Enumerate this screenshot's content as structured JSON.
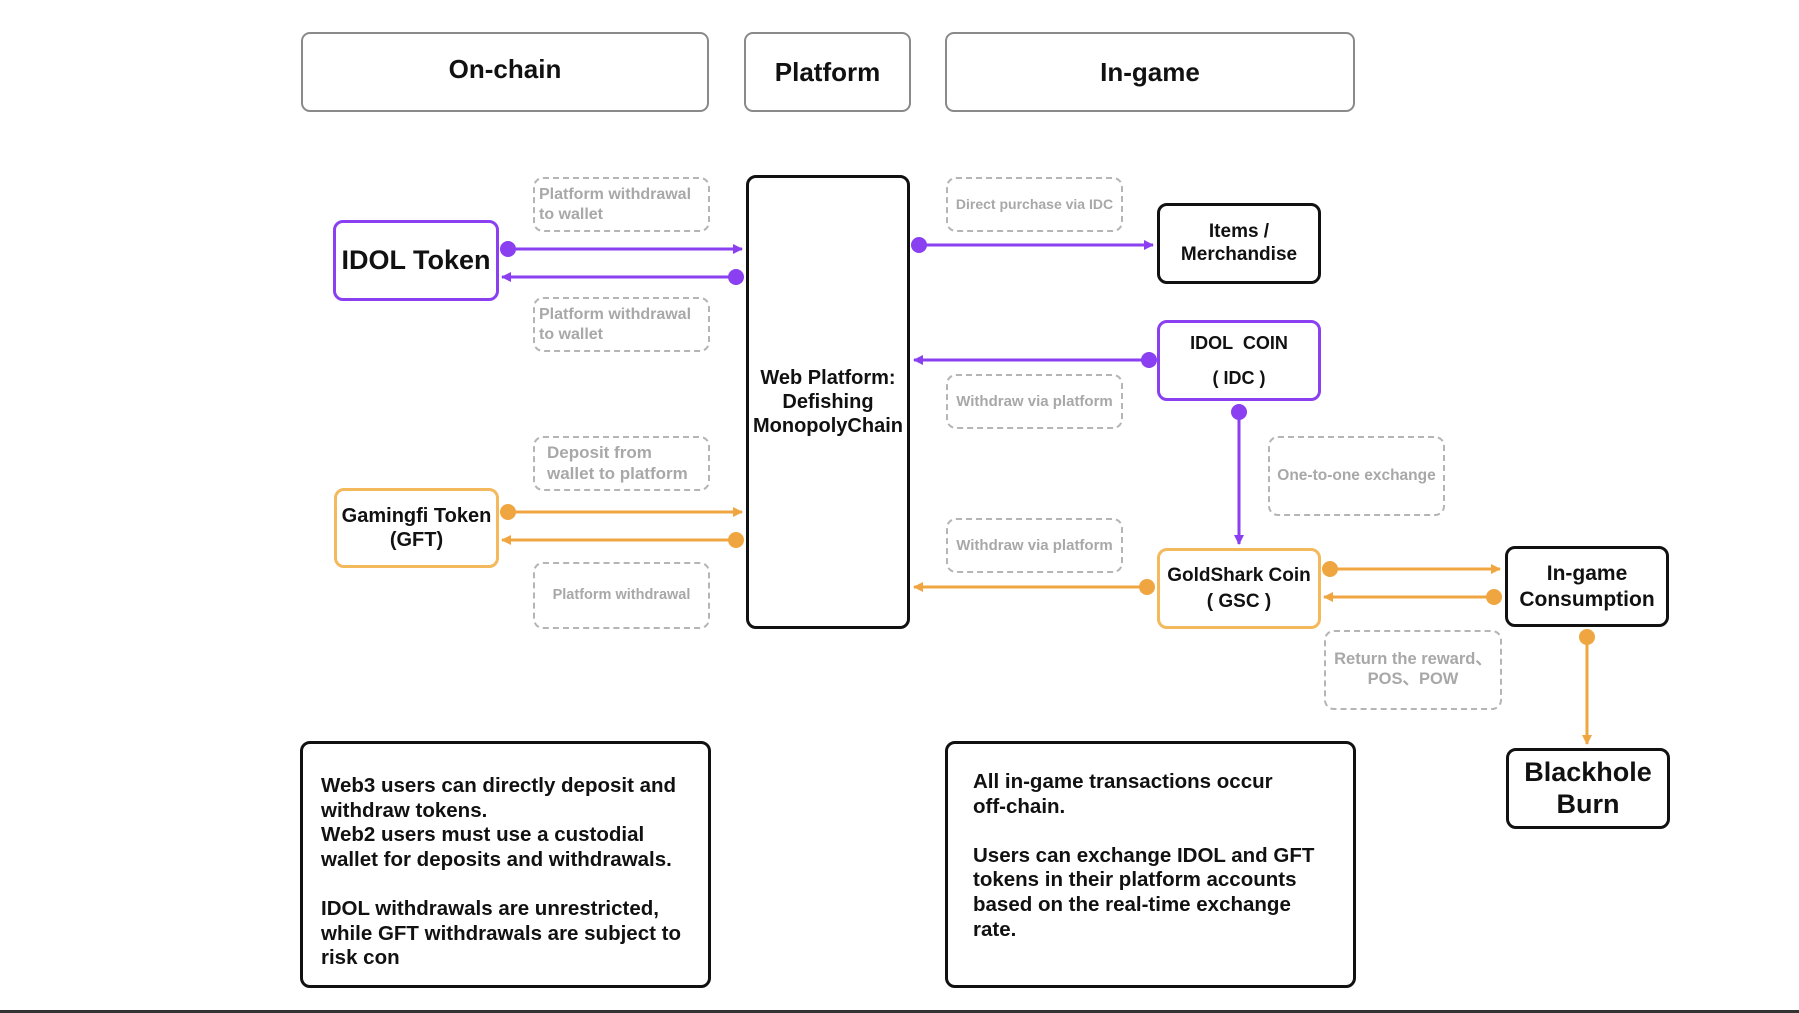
{
  "headers": {
    "onchain": "On-chain",
    "platform": "Platform",
    "ingame": "In-game"
  },
  "nodes": {
    "idol_token": "IDOL Token",
    "gamingfi_token": "Gamingfi Token\n(GFT)",
    "web_platform": "Web Platform:\nDefishing\nMonopolyChain",
    "items": "Items /\nMerchandise",
    "idol_coin_line1": "IDOL  COIN",
    "idol_coin_line2": "( IDC )",
    "goldshark_line1": "GoldShark Coin",
    "goldshark_line2": "( GSC )",
    "ingame_consumption": "In-game\nConsumption",
    "blackhole_burn": "Blackhole\nBurn"
  },
  "labels": {
    "idol_withdraw_top": "Platform withdrawal\nto wallet",
    "idol_withdraw_bottom": "Platform withdrawal\nto wallet",
    "gft_deposit": "Deposit from\nwallet to platform",
    "gft_withdraw": "Platform withdrawal",
    "direct_purchase": "Direct purchase via IDC",
    "idc_withdraw": "Withdraw via platform",
    "gsc_withdraw": "Withdraw via platform",
    "one_to_one": "One-to-one exchange",
    "return_reward": "Return the reward、\nPOS、POW"
  },
  "notes": {
    "onchain_note": "Web3 users can directly deposit and\nwithdraw tokens.\nWeb2 users must use a custodial\nwallet for deposits and withdrawals.\n\nIDOL withdrawals are unrestricted,\nwhile GFT withdrawals are subject to\nrisk con",
    "ingame_note": "All in-game transactions occur\noff-chain.\n\nUsers can exchange IDOL and GFT\ntokens in their platform accounts\nbased on the real-time exchange\nrate."
  },
  "colors": {
    "purple": "#8a3ff0",
    "orange": "#f0a640",
    "dash_gray": "#b5b5b5",
    "black": "#111111"
  }
}
